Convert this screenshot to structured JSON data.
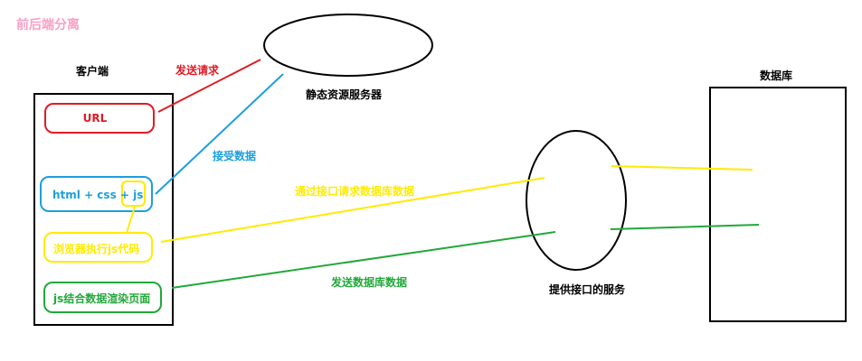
{
  "title": "前后端分离",
  "nodes": {
    "client": "客户端",
    "static_server": "静态资源服务器",
    "database": "数据库",
    "api_service": "提供接口的服务"
  },
  "client_boxes": {
    "url": "URL",
    "html_css_js": "html + css + js",
    "browser_exec": "浏览器执行js代码",
    "js_render": "js结合数据渲染页面"
  },
  "edges": {
    "send_request": "发送请求",
    "receive_data": "接受数据",
    "request_via_api": "通过接口请求数据库数据",
    "send_db_data": "发送数据库数据"
  },
  "colors": {
    "title": "#f7a0c6",
    "red": "#e01b24",
    "blue": "#1c9fdc",
    "yellow": "#ffeb00",
    "green": "#22a83a",
    "black": "#000000"
  }
}
